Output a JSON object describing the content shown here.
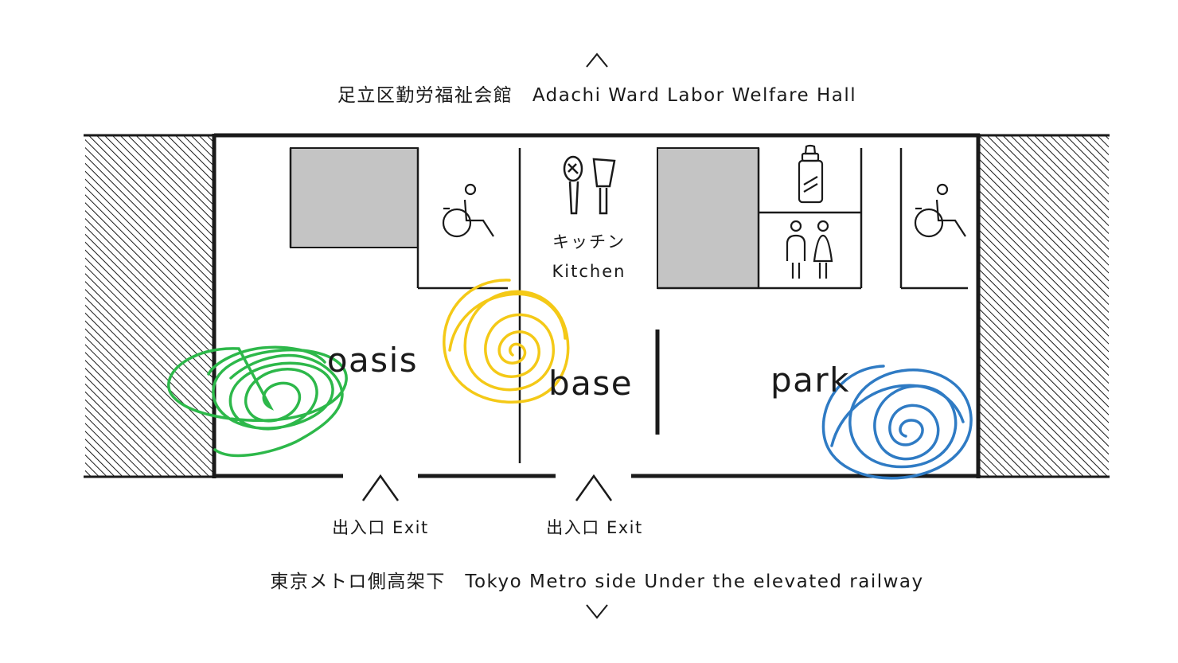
{
  "north": {
    "arrow": "up-chevron",
    "label": "足立区勤労福祉会館　Adachi Ward Labor Welfare Hall"
  },
  "south": {
    "arrow": "down-chevron",
    "label": "東京メトロ側高架下　Tokyo Metro side Under the elevated railway"
  },
  "rooms": {
    "oasis": "oasis",
    "base": "base",
    "park": "park"
  },
  "kitchen": {
    "label_ja": "キッチン",
    "label_en": "Kitchen",
    "icon": "kitchen-utensils-icon"
  },
  "exits": [
    {
      "label": "出入口 Exit",
      "icon": "up-chevron"
    },
    {
      "label": "出入口 Exit",
      "icon": "up-chevron"
    }
  ],
  "icons": {
    "wheelchair": "wheelchair-icon",
    "baby_bottle": "baby-bottle-icon",
    "restroom": "restroom-icon"
  },
  "colors": {
    "wall": "#1a1a1a",
    "storage": "#c4c4c4",
    "oasis_scribble": "#2db84a",
    "base_scribble": "#f4c917",
    "park_scribble": "#2f7bc4"
  }
}
